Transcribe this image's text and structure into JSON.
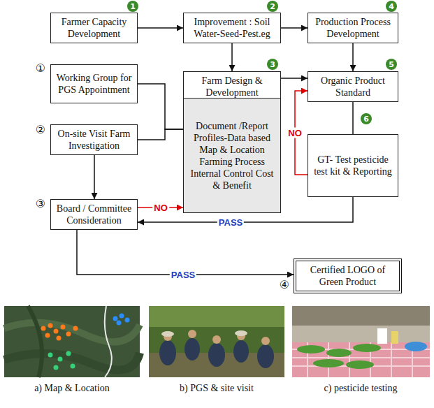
{
  "diagram": {
    "nodes": [
      {
        "text": [
          "Farmer Capacity Development"
        ]
      },
      {
        "text": [
          "Improvement : Soil Water-Seed-Pest.eg"
        ]
      },
      {
        "text": [
          "Production Process Development"
        ]
      },
      {
        "text": [
          "Working Group for PGS Appointment"
        ]
      },
      {
        "text": [
          "Farm Design & Development"
        ]
      },
      {
        "text": [
          "Organic Product Standard"
        ]
      },
      {
        "text": [
          "On-site Visit Farm Investigation"
        ]
      },
      {
        "text": [
          "Document /Report Profiles-Data based Map & Location Farming Process Internal Control Cost & Benefit"
        ]
      },
      {
        "text": [
          "GT- Test pesticide test kit & Reporting"
        ]
      },
      {
        "text": [
          "Board / Committee Consideration"
        ]
      },
      {
        "text": [
          "Certified LOGO of Green Product"
        ]
      }
    ],
    "edges": [
      {
        "from": 0,
        "to": 1,
        "arrow": "to"
      },
      {
        "from": 1,
        "to": 2,
        "arrow": "to"
      },
      {
        "from": 1,
        "to": 4,
        "arrow": "to"
      },
      {
        "from": 2,
        "to": 5,
        "arrow": "to"
      },
      {
        "from": 4,
        "to": 5,
        "arrow": "to"
      },
      {
        "from": 5,
        "to": 8,
        "arrow": "none"
      },
      {
        "from": 8,
        "to": 5,
        "label": "NO",
        "arrow": "to"
      },
      {
        "from": 8,
        "to": 9,
        "label": "PASS",
        "arrow": "to"
      },
      {
        "from": 3,
        "to": 7,
        "arrow": "none"
      },
      {
        "from": 6,
        "to": 7,
        "arrow": "none"
      },
      {
        "from": 6,
        "to": 9,
        "arrow": "to"
      },
      {
        "from": 9,
        "to": 7,
        "label": "NO",
        "arrow": "to"
      },
      {
        "from": 9,
        "to": 10,
        "label": "PASS",
        "arrow": "to"
      }
    ],
    "labels": [
      "1",
      "2",
      "4",
      "3",
      "5",
      "6",
      "①",
      "②",
      "③",
      "④",
      "a) Map & Location",
      "b) PGS & site visit",
      "c) pesticide testing"
    ]
  }
}
